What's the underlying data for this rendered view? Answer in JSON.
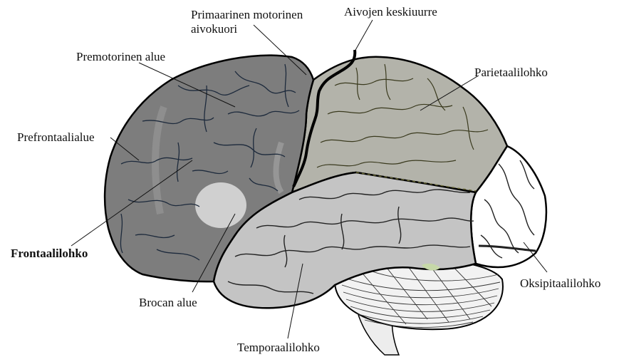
{
  "labels": {
    "primary_motor": "Primaarinen motorinen aivokuori",
    "central_sulcus": "Aivojen keskiuurre",
    "premotor": "Premotorinen alue",
    "parietal": "Parietaalilohko",
    "prefrontal": "Prefrontaalialue",
    "frontal": "Frontaalilohko",
    "occipital": "Oksipitaalilohko",
    "broca": "Brocan alue",
    "temporal": "Temporaalilohko"
  },
  "colors": {
    "frontal": "#7d7d7d",
    "parietal": "#b3b3aa",
    "temporal": "#c4c4c4",
    "occipital": "#ffffff",
    "broca_highlight": "#d9d9d9",
    "cerebellum": "#f2f2f2",
    "outline": "#000000",
    "gyri_frontal": "#1d2a3c",
    "gyri_parietal": "#3a3a1e"
  }
}
